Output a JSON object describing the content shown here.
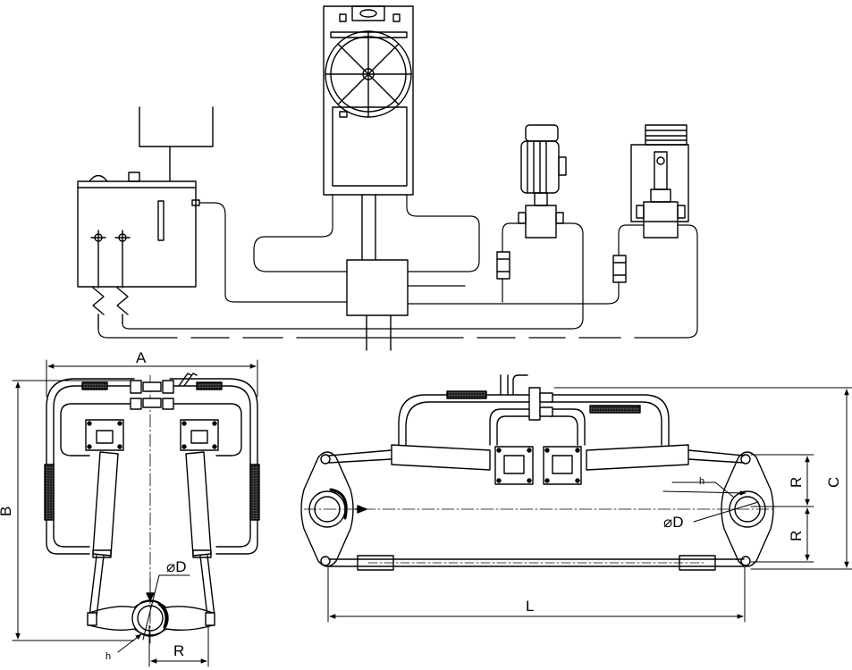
{
  "labels": {
    "A": "A",
    "B": "B",
    "C": "C",
    "L": "L",
    "R": "R",
    "D": "⌀D",
    "h": "h"
  },
  "colors": {
    "line": "#000000",
    "background": "#ffffff",
    "hatch": "#555555"
  }
}
